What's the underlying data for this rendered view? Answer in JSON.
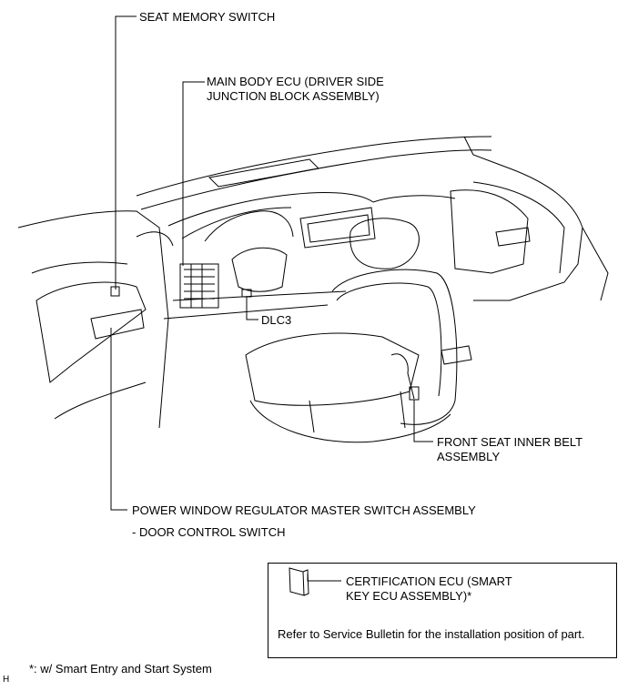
{
  "labels": {
    "seat_memory_switch": "SEAT MEMORY SWITCH",
    "main_body_ecu_line1": "MAIN BODY ECU (DRIVER SIDE",
    "main_body_ecu_line2": "JUNCTION BLOCK ASSEMBLY)",
    "dlc3": "DLC3",
    "front_seat_belt_line1": "FRONT SEAT INNER BELT",
    "front_seat_belt_line2": "ASSEMBLY",
    "power_window_switch": "POWER WINDOW REGULATOR MASTER SWITCH ASSEMBLY",
    "door_control_switch": "- DOOR CONTROL SWITCH"
  },
  "legend_box": {
    "cert_ecu_line1": "CERTIFICATION ECU (SMART",
    "cert_ecu_line2": "KEY ECU ASSEMBLY)*",
    "note": "Refer to Service Bulletin for the installation position of part."
  },
  "footnote": "*: w/ Smart Entry and Start System",
  "figure_code": "H"
}
